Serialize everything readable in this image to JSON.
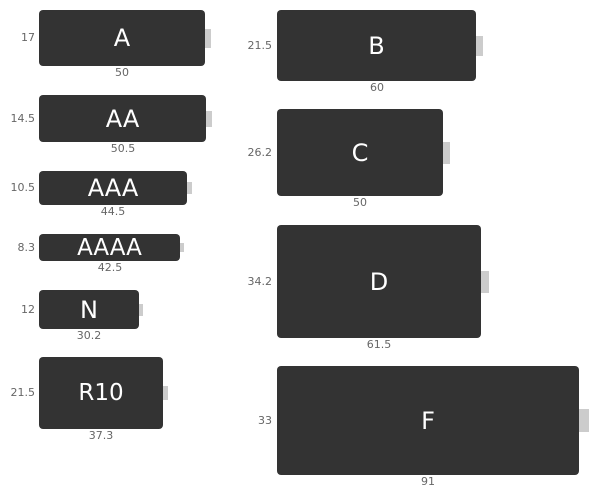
{
  "colors": {
    "body": "#333333",
    "terminal": "#cccccc",
    "name_text": "#ffffff",
    "dimension_text": "#666666"
  },
  "batteries": [
    {
      "name": "A",
      "diameter": "17",
      "length": "50"
    },
    {
      "name": "AA",
      "diameter": "14.5",
      "length": "50.5"
    },
    {
      "name": "AAA",
      "diameter": "10.5",
      "length": "44.5"
    },
    {
      "name": "AAAA",
      "diameter": "8.3",
      "length": "42.5"
    },
    {
      "name": "N",
      "diameter": "12",
      "length": "30.2"
    },
    {
      "name": "R10",
      "diameter": "21.5",
      "length": "37.3"
    },
    {
      "name": "B",
      "diameter": "21.5",
      "length": "60"
    },
    {
      "name": "C",
      "diameter": "26.2",
      "length": "50"
    },
    {
      "name": "D",
      "diameter": "34.2",
      "length": "61.5"
    },
    {
      "name": "F",
      "diameter": "33",
      "length": "91"
    }
  ]
}
